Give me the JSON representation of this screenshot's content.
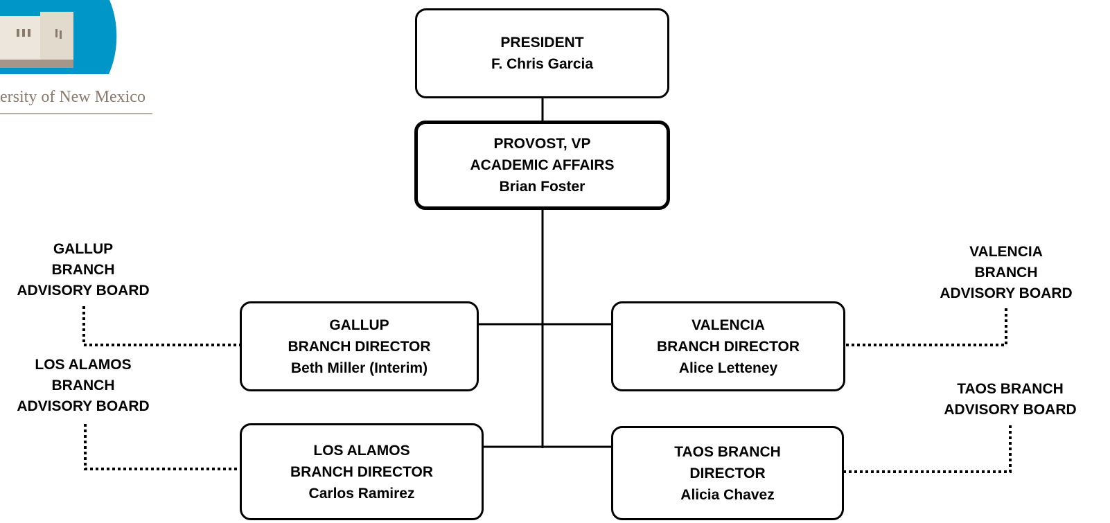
{
  "logo": {
    "text": "ersity of New Mexico",
    "colors": {
      "sky": "#0096c7",
      "building": "#ede6dc",
      "shadow": "#a59689",
      "text": "#8a7a6e"
    }
  },
  "chart": {
    "president": {
      "title": "PRESIDENT",
      "name": "F. Chris Garcia"
    },
    "provost": {
      "title1": "PROVOST, VP",
      "title2": "ACADEMIC AFFAIRS",
      "name": "Brian Foster"
    },
    "gallup_director": {
      "line1": "GALLUP",
      "line2": "BRANCH DIRECTOR",
      "name": "Beth Miller (Interim)"
    },
    "valencia_director": {
      "line1": "VALENCIA",
      "line2": "BRANCH DIRECTOR",
      "name": "Alice Letteney"
    },
    "losalamos_director": {
      "line1": "LOS ALAMOS",
      "line2": "BRANCH DIRECTOR",
      "name": "Carlos Ramirez"
    },
    "taos_director": {
      "line1": "TAOS BRANCH",
      "line2": "DIRECTOR",
      "name": "Alicia Chavez"
    },
    "gallup_board": [
      "GALLUP",
      "BRANCH",
      "ADVISORY BOARD"
    ],
    "losalamos_board": [
      "LOS ALAMOS",
      "BRANCH",
      "ADVISORY BOARD"
    ],
    "valencia_board": [
      "VALENCIA",
      "BRANCH",
      "ADVISORY BOARD"
    ],
    "taos_board": [
      "TAOS BRANCH",
      "ADVISORY BOARD"
    ]
  }
}
